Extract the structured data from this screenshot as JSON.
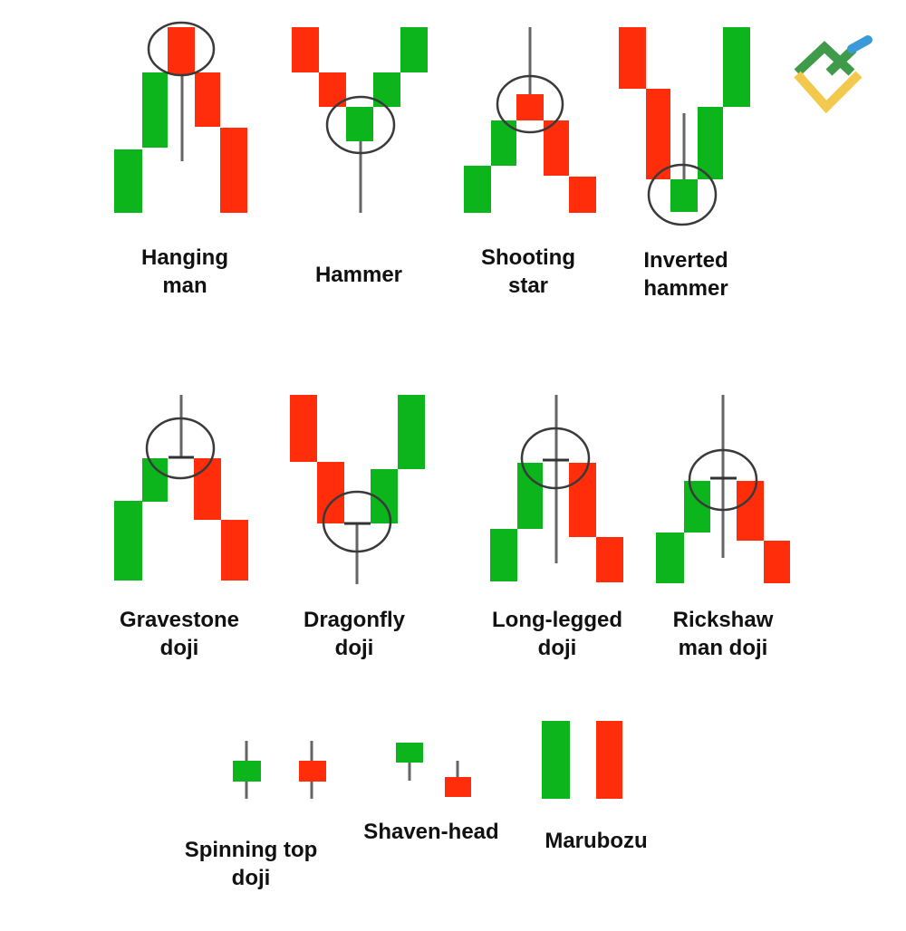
{
  "colors": {
    "bull": "#0db51c",
    "bear": "#ff2d0a",
    "wick": "#666666",
    "circle": "#3a3a3a",
    "logo_green": "#3f9a4a",
    "logo_yellow": "#f2c94c",
    "logo_blue": "#3a9ad9"
  },
  "logo": {
    "name": "brand-logo",
    "icon": "abstract-arrow-logo"
  },
  "patterns": [
    {
      "id": "hanging-man",
      "label_lines": [
        "Hanging",
        "man"
      ]
    },
    {
      "id": "hammer",
      "label_lines": [
        "Hammer"
      ]
    },
    {
      "id": "shooting-star",
      "label_lines": [
        "Shooting",
        "star"
      ]
    },
    {
      "id": "inverted-hammer",
      "label_lines": [
        "Inverted",
        "hammer"
      ]
    },
    {
      "id": "gravestone-doji",
      "label_lines": [
        "Gravestone",
        "doji"
      ]
    },
    {
      "id": "dragonfly-doji",
      "label_lines": [
        "Dragonfly",
        "doji"
      ]
    },
    {
      "id": "long-legged-doji",
      "label_lines": [
        "Long-legged",
        "doji"
      ]
    },
    {
      "id": "rickshaw-man-doji",
      "label_lines": [
        "Rickshaw",
        "man doji"
      ]
    },
    {
      "id": "spinning-top-doji",
      "label_lines": [
        "Spinning top",
        "doji"
      ]
    },
    {
      "id": "shaven-head",
      "label_lines": [
        "Shaven-head"
      ]
    },
    {
      "id": "marubozu",
      "label_lines": [
        "Marubozu"
      ]
    }
  ]
}
